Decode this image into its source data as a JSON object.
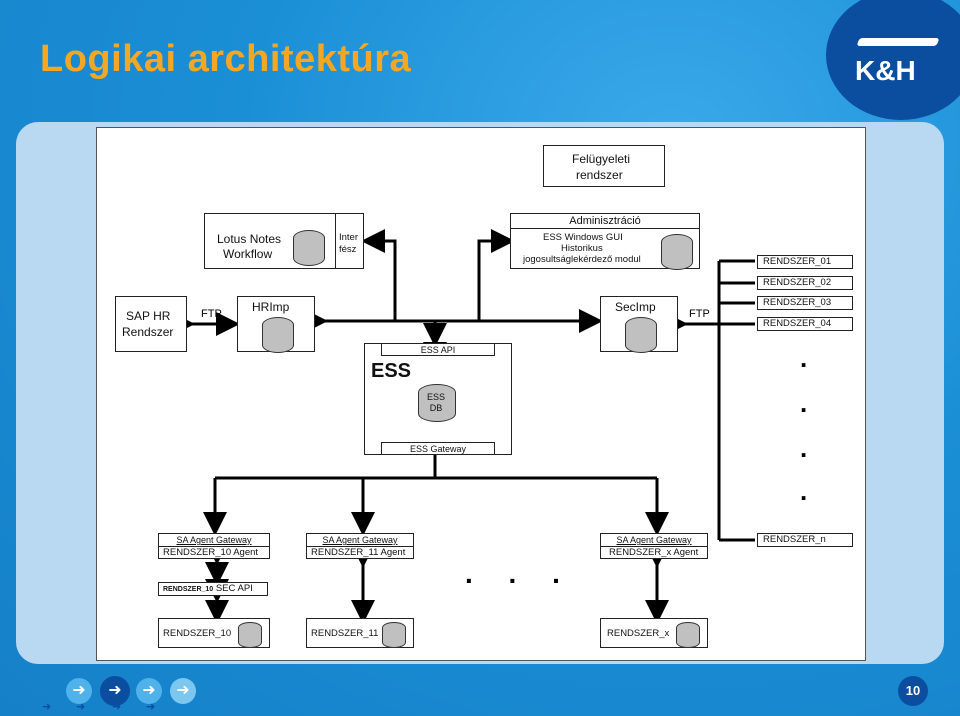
{
  "slide": {
    "title": "Logikai architektúra",
    "logo": "K&H",
    "page_number": "10"
  },
  "colors": {
    "background": "#1b8fd6",
    "title": "#f5a623",
    "logo": "#0b4ea0",
    "panel": "#b9d9f2"
  },
  "diagram": {
    "felugyeleti": [
      "Felügyeleti",
      "rendszer"
    ],
    "admin": {
      "header": "Adminisztráció",
      "lines": [
        "ESS Windows GUI",
        "Historikus",
        "jogosultságlekérdező modul"
      ]
    },
    "lotus": {
      "lines": [
        "Lotus Notes",
        "Workflow"
      ],
      "interface": [
        "Inter",
        "fész"
      ]
    },
    "sap": [
      "SAP HR",
      "Rendszer"
    ],
    "hrimp": "HRImp",
    "secimp": "SecImp",
    "ftp_left": "FTP",
    "ftp_right": "FTP",
    "ess": {
      "title": "ESS",
      "api": "ESS API",
      "db": [
        "ESS",
        "DB"
      ],
      "gateway": "ESS Gateway"
    },
    "systems": [
      "RENDSZER_01",
      "RENDSZER_02",
      "RENDSZER_03",
      "RENDSZER_04",
      "RENDSZER_n"
    ],
    "vertical_dots": [
      ".",
      ".",
      ".",
      "."
    ],
    "agents": [
      {
        "gateway": "SA Agent Gateway",
        "agent": "RENDSZER_10 Agent",
        "system": "RENDSZER_10"
      },
      {
        "gateway": "SA Agent Gateway",
        "agent": "RENDSZER_11 Agent",
        "system": "RENDSZER_11"
      },
      {
        "gateway": "SA Agent Gateway",
        "agent": "RENDSZER_x Agent",
        "system": "RENDSZER_x"
      }
    ],
    "sec_api": {
      "prefix": "RENDSZER_10",
      "suffix": "SEC API"
    },
    "horizontal_dots": ". . ."
  },
  "footer": {
    "icons": [
      "arrow-icon",
      "arrow-icon",
      "arrow-icon",
      "arrow-icon"
    ]
  }
}
